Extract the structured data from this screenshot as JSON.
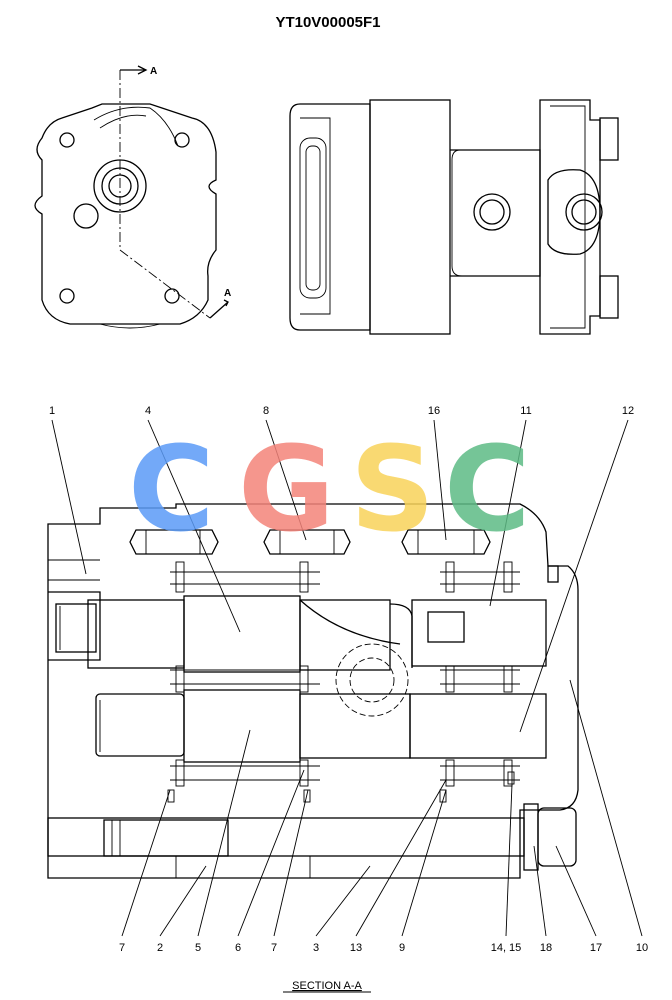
{
  "title": "YT10V00005F1",
  "section_label": "SECTION  A-A",
  "section_marks": [
    "A",
    "A"
  ],
  "watermark": {
    "letters": [
      "C",
      "G",
      "S",
      "C"
    ],
    "colors": [
      "#5b9bf7",
      "#f4847a",
      "#f9d35a",
      "#5dbb85"
    ]
  },
  "callouts": {
    "top": [
      "1",
      "4",
      "8",
      "16",
      "11",
      "12"
    ],
    "bottom": [
      "7",
      "2",
      "5",
      "6",
      "7",
      "3",
      "13",
      "9",
      "14, 15",
      "18",
      "17",
      "10"
    ]
  }
}
